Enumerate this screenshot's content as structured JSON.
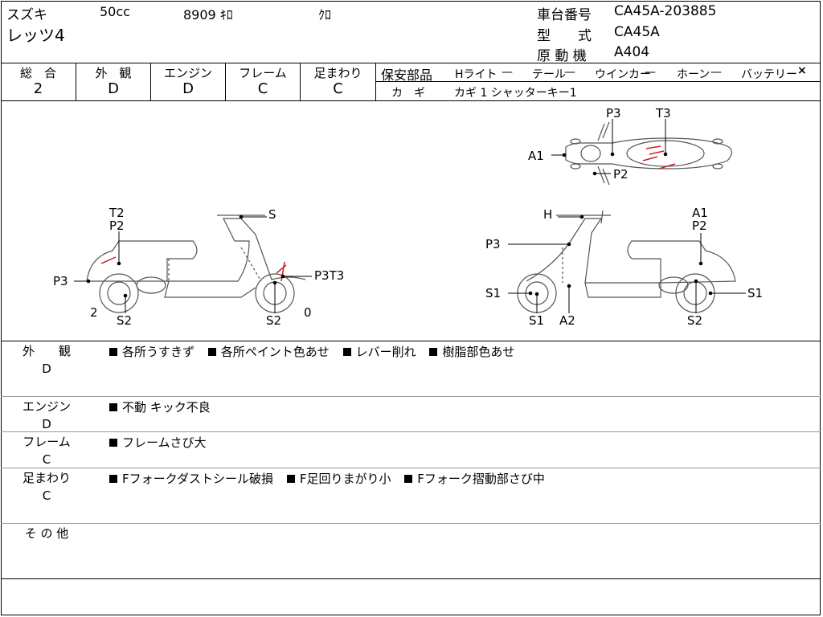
{
  "header": {
    "maker": "スズキ",
    "displacement": "50cc",
    "mileage": "8909 ｷﾛ",
    "color": "ｸﾛ",
    "model": "レッツ4",
    "frame_no_label": "車台番号",
    "frame_no": "CA45A-203885",
    "type_label": "型　　式",
    "type": "CA45A",
    "engine_label": "原 動 機",
    "engine": "A404"
  },
  "grades": [
    {
      "label": "総　合",
      "value": "2"
    },
    {
      "label": "外　観",
      "value": "D"
    },
    {
      "label": "エンジン",
      "value": "D"
    },
    {
      "label": "フレーム",
      "value": "C"
    },
    {
      "label": "足まわり",
      "value": "C"
    }
  ],
  "safety_parts": {
    "title": "保安部品",
    "items": [
      {
        "name": "Hライト",
        "mark": "—"
      },
      {
        "name": "テール",
        "mark": "—"
      },
      {
        "name": "ウインカー",
        "mark": "—"
      },
      {
        "name": "ホーン",
        "mark": "—"
      },
      {
        "name": "バッテリー",
        "mark": "×"
      }
    ],
    "key_label": "カ　ギ",
    "key_value": "カギ 1 シャッターキー1"
  },
  "diagram_labels": {
    "top": {
      "p3": "P3",
      "t3": "T3",
      "a1": "A1",
      "p2": "P2"
    },
    "left": {
      "t2": "T2",
      "p2": "P2",
      "s_top": "S",
      "p3": "P3",
      "p3t3": "P3T3",
      "num2": "2",
      "s2a": "S2",
      "s2b": "S2",
      "num0": "0"
    },
    "right": {
      "h": "H",
      "a1": "A1",
      "p2": "P2",
      "p3": "P3",
      "s1a": "S1",
      "s1b": "S1",
      "s1c": "S1",
      "a2": "A2",
      "s2": "S2"
    }
  },
  "sections": [
    {
      "label": "外　　観",
      "grade": "D",
      "notes": [
        "各所うすきず",
        "各所ペイント色あせ",
        "レバー削れ",
        "樹脂部色あせ"
      ]
    },
    {
      "label": "エンジン",
      "grade": "D",
      "notes": [
        "不動 キック不良"
      ]
    },
    {
      "label": "フレーム",
      "grade": "C",
      "notes": [
        "フレームさび大"
      ]
    },
    {
      "label": "足まわり",
      "grade": "C",
      "notes": [
        "Fフォークダストシール破損",
        "F足回りまがり小",
        "Fフォーク摺動部さび中"
      ]
    },
    {
      "label": "そ の 他",
      "grade": "",
      "notes": []
    }
  ],
  "colors": {
    "damage_mark": "#cc2222",
    "line": "#000000",
    "divider": "#999999"
  }
}
